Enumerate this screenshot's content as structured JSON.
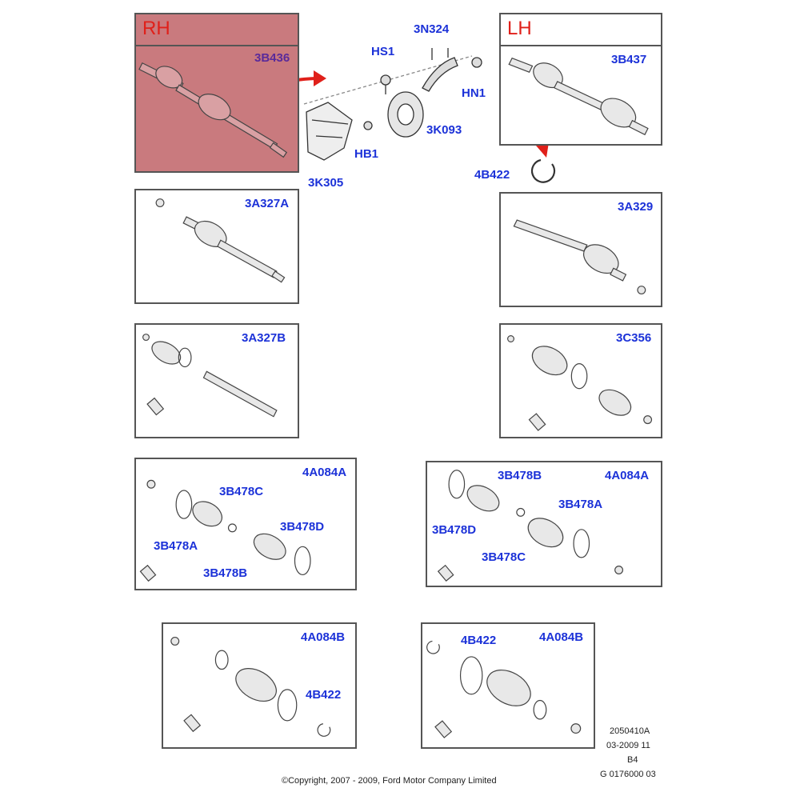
{
  "panels": {
    "rh": {
      "header": "RH",
      "code": "3B436"
    },
    "lh": {
      "header": "LH",
      "code": "3B437"
    },
    "left2": {
      "code": "3A327A"
    },
    "right2": {
      "code": "3A329"
    },
    "left3": {
      "code": "3A327B"
    },
    "right3": {
      "code": "3C356"
    },
    "left4": {
      "code": "4A084A",
      "labels": [
        "3B478C",
        "3B478D",
        "3B478A",
        "3B478B"
      ]
    },
    "right4": {
      "code": "4A084A",
      "labels": [
        "3B478B",
        "3B478A",
        "3B478D",
        "3B478C"
      ]
    },
    "left5": {
      "code": "4A084B",
      "labels": [
        "4B422"
      ]
    },
    "right5": {
      "code": "4A084B",
      "labels": [
        "4B422"
      ]
    }
  },
  "bearing_parts": [
    "3N324",
    "HS1",
    "HN1",
    "3K093",
    "HB1",
    "3K305"
  ],
  "loose_part": "4B422",
  "footer": {
    "ref_lines": [
      "2050410A",
      "03-2009 11",
      "B4",
      "G 0176000 03"
    ],
    "copyright": "©Copyright, 2007 - 2009, Ford Motor Company Limited"
  },
  "colors": {
    "highlight": "#c97a7e",
    "header_text": "#e0201a",
    "label_text": "#1c32d8",
    "arrow": "#e0201a"
  }
}
